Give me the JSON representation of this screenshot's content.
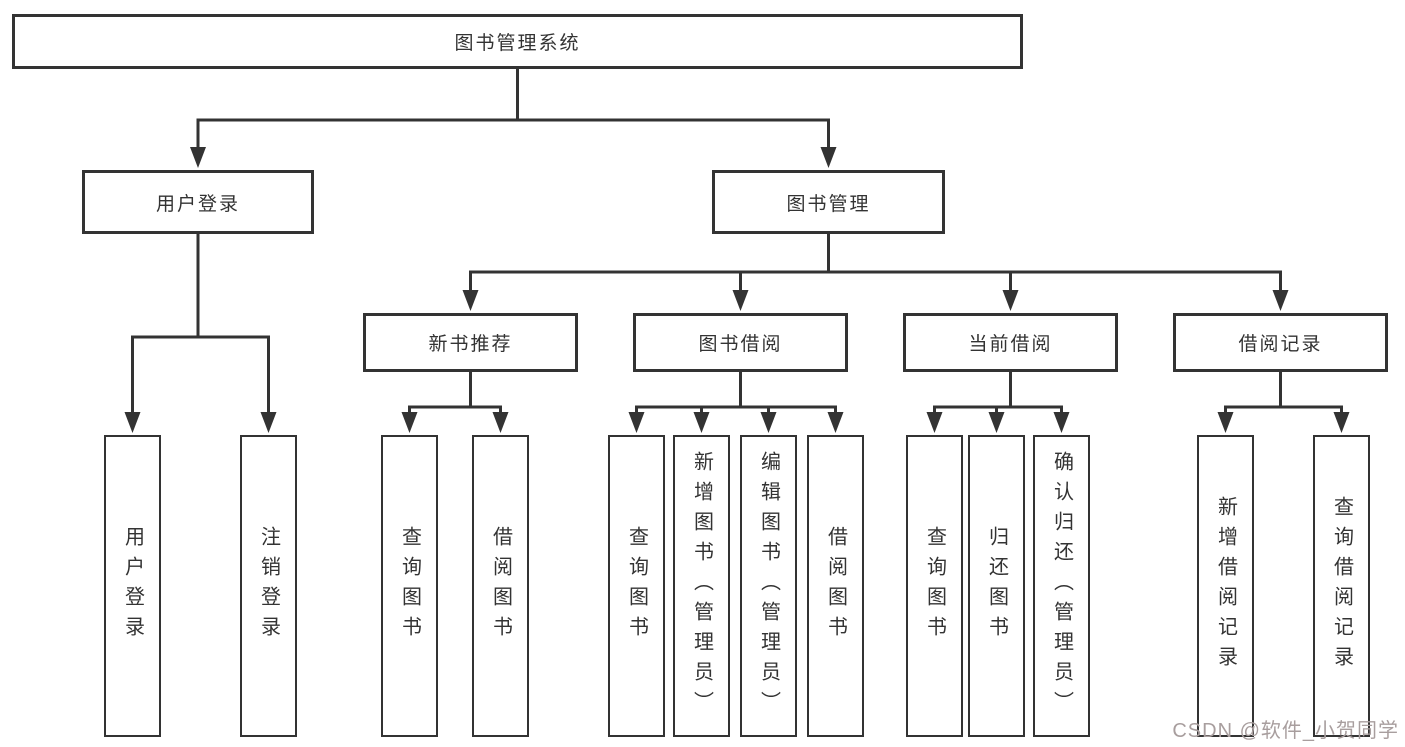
{
  "tree": {
    "root": {
      "label": "图书管理系统"
    },
    "children": [
      {
        "label": "用户登录",
        "children": [
          {
            "label": "用户登录"
          },
          {
            "label": "注销登录"
          }
        ]
      },
      {
        "label": "图书管理",
        "children": [
          {
            "label": "新书推荐",
            "children": [
              {
                "label": "查询图书"
              },
              {
                "label": "借阅图书"
              }
            ]
          },
          {
            "label": "图书借阅",
            "children": [
              {
                "label": "查询图书"
              },
              {
                "label": "新增图书（管理员）"
              },
              {
                "label": "编辑图书（管理员）"
              },
              {
                "label": "借阅图书"
              }
            ]
          },
          {
            "label": "当前借阅",
            "children": [
              {
                "label": "查询图书"
              },
              {
                "label": "归还图书"
              },
              {
                "label": "确认归还（管理员）"
              }
            ]
          },
          {
            "label": "借阅记录",
            "children": [
              {
                "label": "新增借阅记录"
              },
              {
                "label": "查询借阅记录"
              }
            ]
          }
        ]
      }
    ]
  },
  "watermark": {
    "text": "CSDN @软件_小贺同学"
  },
  "colors": {
    "line": "#333333",
    "box_border": "#333333",
    "box_fill": "#ffffff",
    "text": "#333333",
    "watermark": "#a89e9e",
    "background": "#ffffff"
  }
}
